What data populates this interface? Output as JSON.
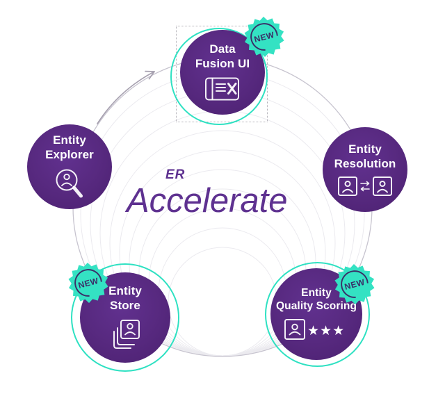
{
  "diagram": {
    "center": {
      "eyebrow": "ER",
      "title": "Accelerate"
    },
    "badge": {
      "label": "NEW"
    },
    "nodes": {
      "data_fusion": {
        "line1": "Data",
        "line2": "Fusion UI",
        "icon": "data-fusion-card-icon",
        "new": true,
        "selected": true
      },
      "entity_explorer": {
        "line1": "Entity",
        "line2": "Explorer",
        "icon": "person-search-icon",
        "new": false,
        "selected": false
      },
      "entity_resolution": {
        "line1": "Entity",
        "line2": "Resolution",
        "icon": "record-match-icon",
        "new": false,
        "selected": false
      },
      "entity_store": {
        "line1": "Entity",
        "line2": "Store",
        "icon": "record-stack-icon",
        "new": true,
        "selected": false
      },
      "entity_quality": {
        "line1": "Entity",
        "line2": "Quality Scoring",
        "icon": "person-rating-icon",
        "stars": "★★★",
        "new": true,
        "selected": false
      }
    },
    "colors": {
      "node_purple": "#552a80",
      "accent_teal": "#2ee1c2",
      "badge_teal": "#34e2c3",
      "badge_text": "#3a2f68",
      "title_purple": "#5e3190",
      "ring_gray": "#c7c4cf",
      "ripple_gray": "#ebeaef",
      "arrow_gray": "#a7a1b0",
      "node_text": "#ffffff"
    }
  }
}
